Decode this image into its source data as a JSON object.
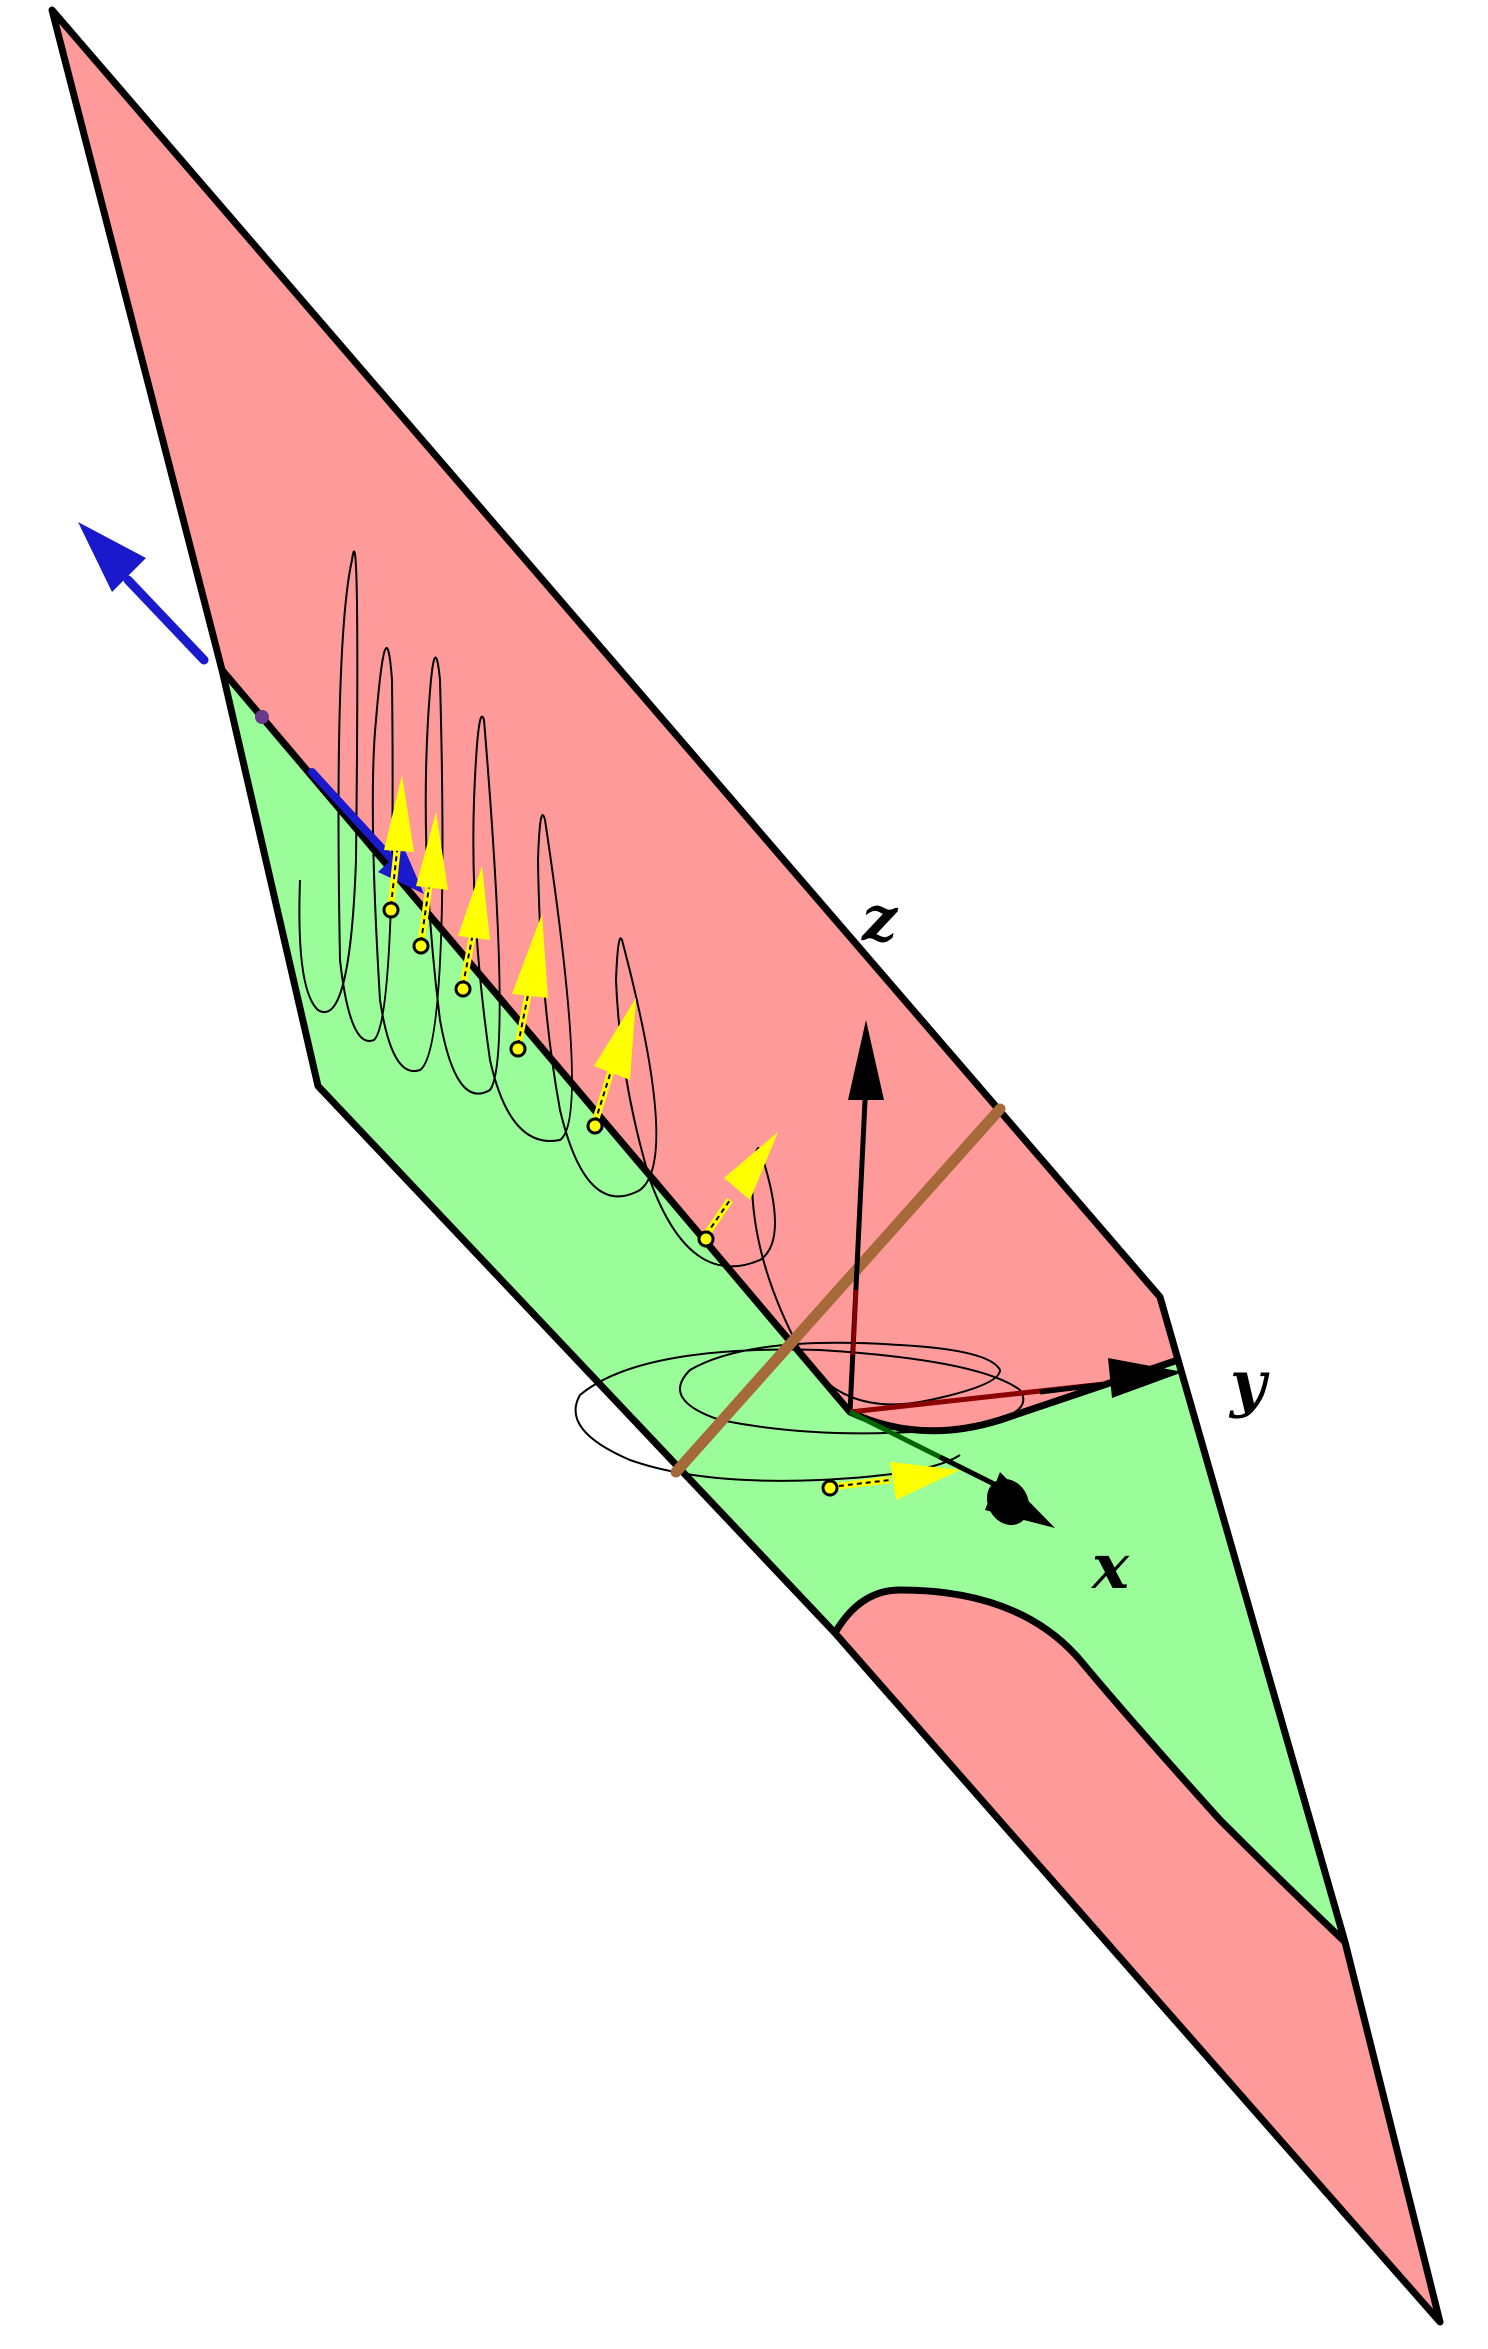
{
  "figure": {
    "axis_labels": {
      "z": "z",
      "y": "y",
      "x": "x"
    },
    "colors": {
      "unstable_region": "#FF9A9A",
      "stable_region": "#9AFD9A",
      "outline": "#000000",
      "tangent_vectors": "#FFFF00",
      "brown_line": "#A66A3A",
      "normal_vector": "#1A1ACC",
      "axis_z": "#000000",
      "axis_y_stub": "#8B0000",
      "axis_x_stub": "#006400",
      "trajectory": "#000000"
    },
    "icons": {
      "axis_arrow": "arrow-icon",
      "normal_arrow": "arrow-icon",
      "tangent_arrow": "arrow-icon"
    }
  }
}
